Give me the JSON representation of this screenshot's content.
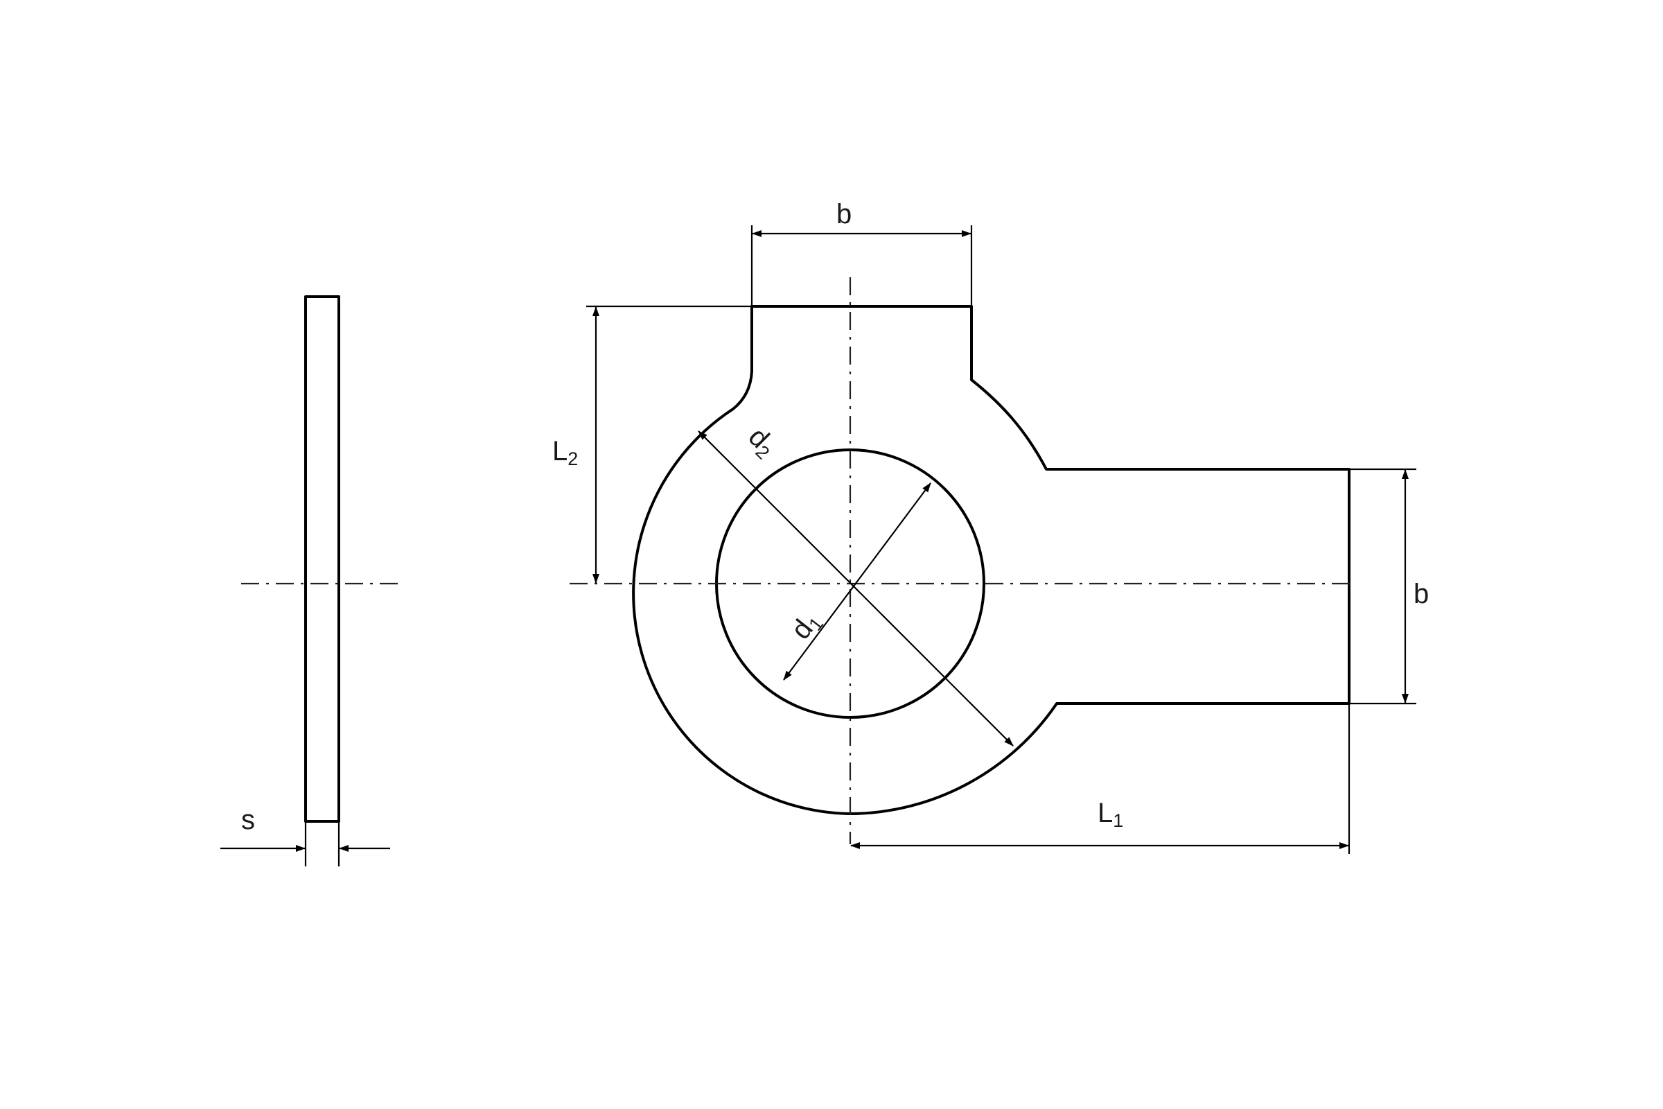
{
  "dimensions": {
    "side_thickness": "s",
    "tab_width_top": "b",
    "tab_width_right": "b",
    "length_1": {
      "main": "L",
      "sub": "1"
    },
    "length_2": {
      "main": "L",
      "sub": "2"
    },
    "diameter_1": {
      "main": "d",
      "sub": "1"
    },
    "diameter_2": {
      "main": "d",
      "sub": "2"
    }
  }
}
